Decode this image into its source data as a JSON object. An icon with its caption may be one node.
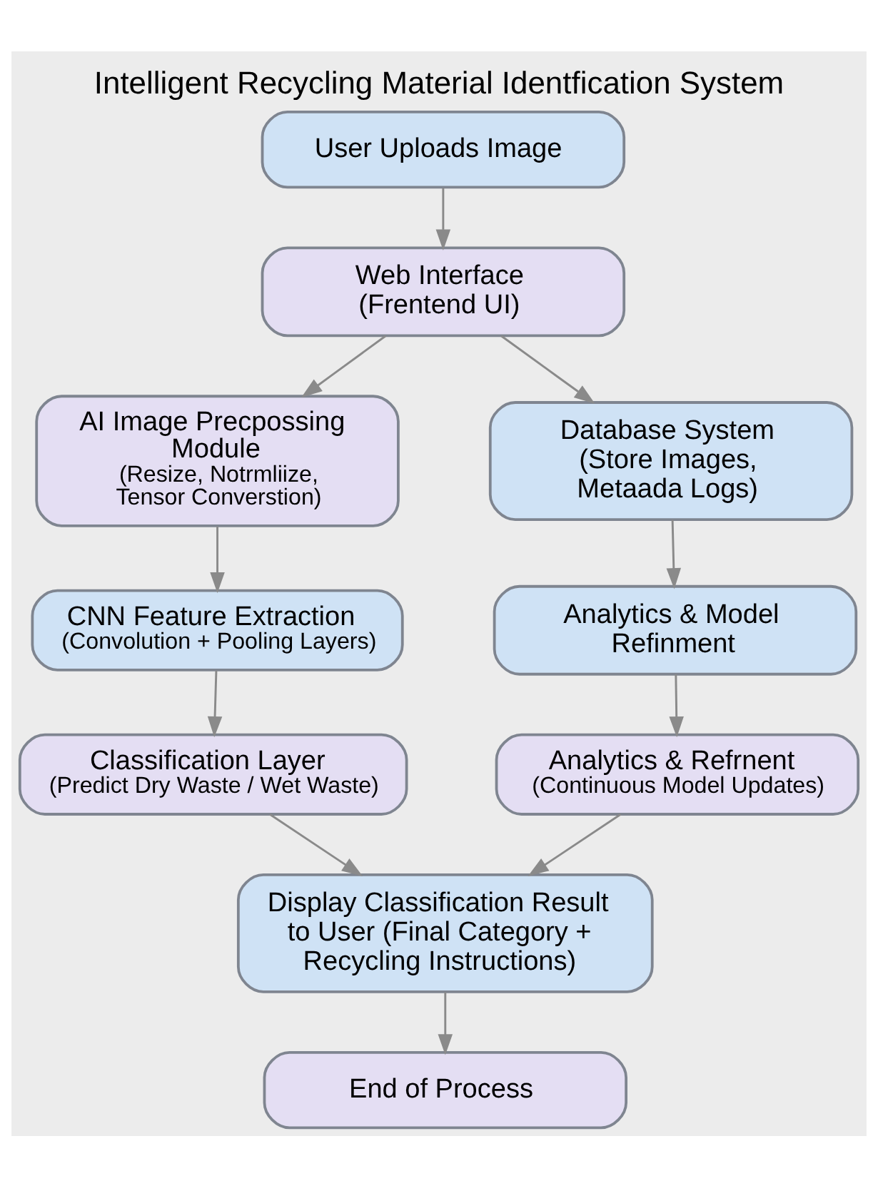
{
  "diagram": {
    "title": "Intelligent Recycling Material Identfication System",
    "nodes": [
      {
        "text": [
          "User Uploads Image"
        ]
      },
      {
        "text": [
          "Web Interface (Frentend UI)"
        ]
      },
      {
        "text": [
          "AI Image Precpossing Module",
          "(Resize, Notrmliize, Tensor Converstion)"
        ]
      },
      {
        "text": [
          "Database System (Store Images, Metaada Logs)"
        ]
      },
      {
        "text": [
          "CNN Feature Extraction",
          "(Convolution + Pooling Layers)"
        ]
      },
      {
        "text": [
          "Analytics & Model Refinment"
        ]
      },
      {
        "text": [
          "Classification Layer",
          "(Predict Dry Waste / Wet Waste)"
        ]
      },
      {
        "text": [
          "Analytics & Refrnent",
          "(Continuous Model Updates)"
        ]
      },
      {
        "text": [
          "Display Classification Result to User (Final Category + Recycling Instructions)"
        ]
      },
      {
        "text": [
          "End of Process"
        ]
      }
    ],
    "edges": [
      {
        "from": 0,
        "to": 1,
        "arrow": "to"
      },
      {
        "from": 1,
        "to": 2,
        "arrow": "to"
      },
      {
        "from": 1,
        "to": 3,
        "arrow": "to"
      },
      {
        "from": 2,
        "to": 4,
        "arrow": "to"
      },
      {
        "from": 3,
        "to": 5,
        "arrow": "to"
      },
      {
        "from": 4,
        "to": 6,
        "arrow": "to"
      },
      {
        "from": 5,
        "to": 7,
        "arrow": "to"
      },
      {
        "from": 6,
        "to": 8,
        "arrow": "to"
      },
      {
        "from": 7,
        "to": 8,
        "arrow": "to"
      },
      {
        "from": 8,
        "to": 9,
        "arrow": "to"
      }
    ]
  }
}
